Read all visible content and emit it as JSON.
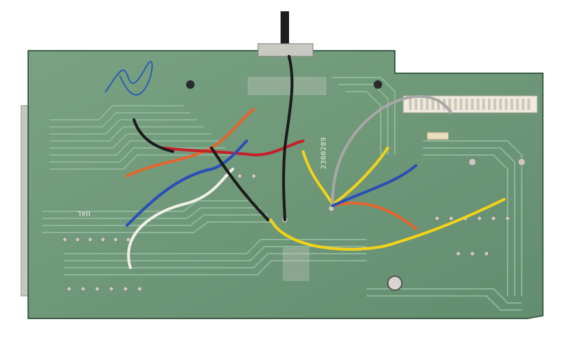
{
  "photo": {
    "subject": "printed-circuit-board-solder-side",
    "background_color": "#ffffff",
    "board_color": "#6f9a78",
    "trace_color": "#8fb79a",
    "pad_color": "#c7c9c2",
    "frame_color": "#b9bcb8",
    "ink_color": "#2a5fb0"
  },
  "silkscreen": {
    "part_number": "2300289",
    "ual_mark": "UAL"
  },
  "wires": [
    {
      "id": "orange",
      "color": "#e2662d"
    },
    {
      "id": "red",
      "color": "#c8202a"
    },
    {
      "id": "blue",
      "color": "#2a4fb8"
    },
    {
      "id": "white",
      "color": "#f1efe6"
    },
    {
      "id": "black",
      "color": "#1b1b1b"
    },
    {
      "id": "yellow",
      "color": "#f2d21a"
    },
    {
      "id": "gray",
      "color": "#a7a7a7"
    }
  ]
}
